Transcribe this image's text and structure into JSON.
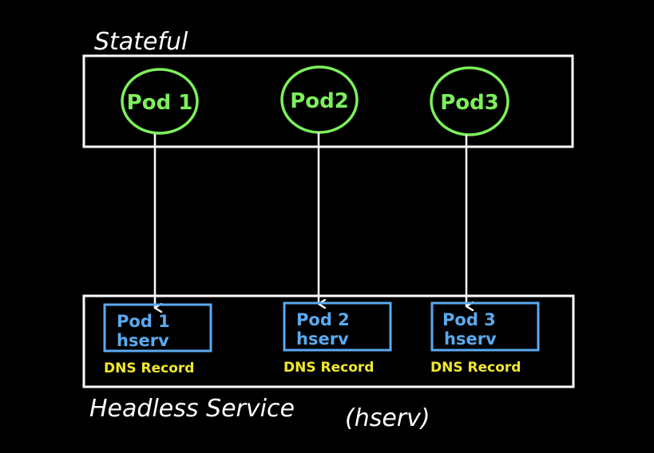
{
  "colors": {
    "background": "#000000",
    "frame": "#ffffff",
    "pod": "#7df05a",
    "record": "#5aaaf0",
    "dns_label": "#f2e82c",
    "arrow": "#ffffff"
  },
  "statefulset": {
    "label": "Stateful",
    "pods": [
      {
        "label": "Pod 1"
      },
      {
        "label": "Pod2"
      },
      {
        "label": "Pod3"
      }
    ]
  },
  "headless_service": {
    "label": "Headless Service",
    "name_label": "(hserv)",
    "records": [
      {
        "line1": "Pod 1",
        "line2": "hserv",
        "caption": "DNS Record"
      },
      {
        "line1": "Pod 2",
        "line2": "hserv",
        "caption": "DNS Record"
      },
      {
        "line1": "Pod 3",
        "line2": "hserv",
        "caption": "DNS Record"
      }
    ]
  }
}
